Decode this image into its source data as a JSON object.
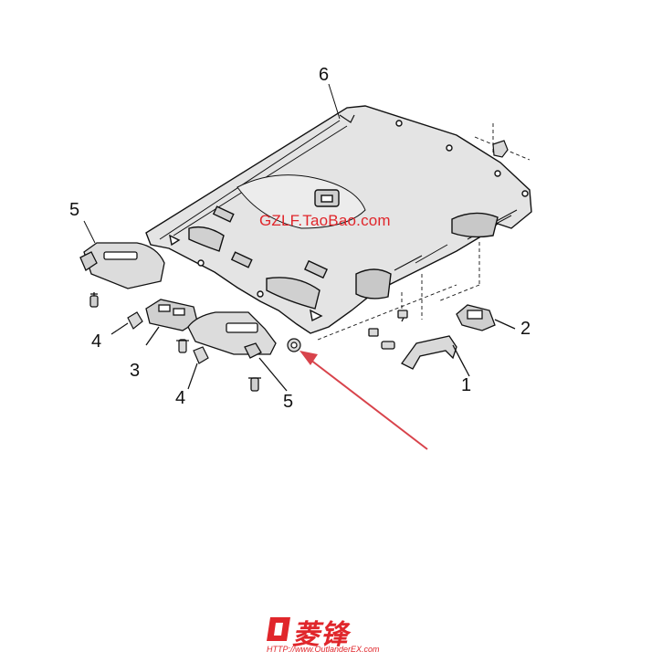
{
  "diagram": {
    "watermark": "GZLF.TaoBao.com",
    "labels": {
      "n6": "6",
      "n5_left": "5",
      "n4_left": "4",
      "n3": "3",
      "n4_lower": "4",
      "n5_lower": "5",
      "n2": "2",
      "n1": "1"
    }
  },
  "logo": {
    "text": "菱锋",
    "url": "HTTP://www.OutlanderEX.com"
  },
  "colors": {
    "ink": "#111111",
    "watermark": "#e0262b",
    "arrow": "#d8434b",
    "logo": "#e0262b",
    "part_fill": "#d9d9d9",
    "headliner_fill": "#e4e4e4"
  }
}
